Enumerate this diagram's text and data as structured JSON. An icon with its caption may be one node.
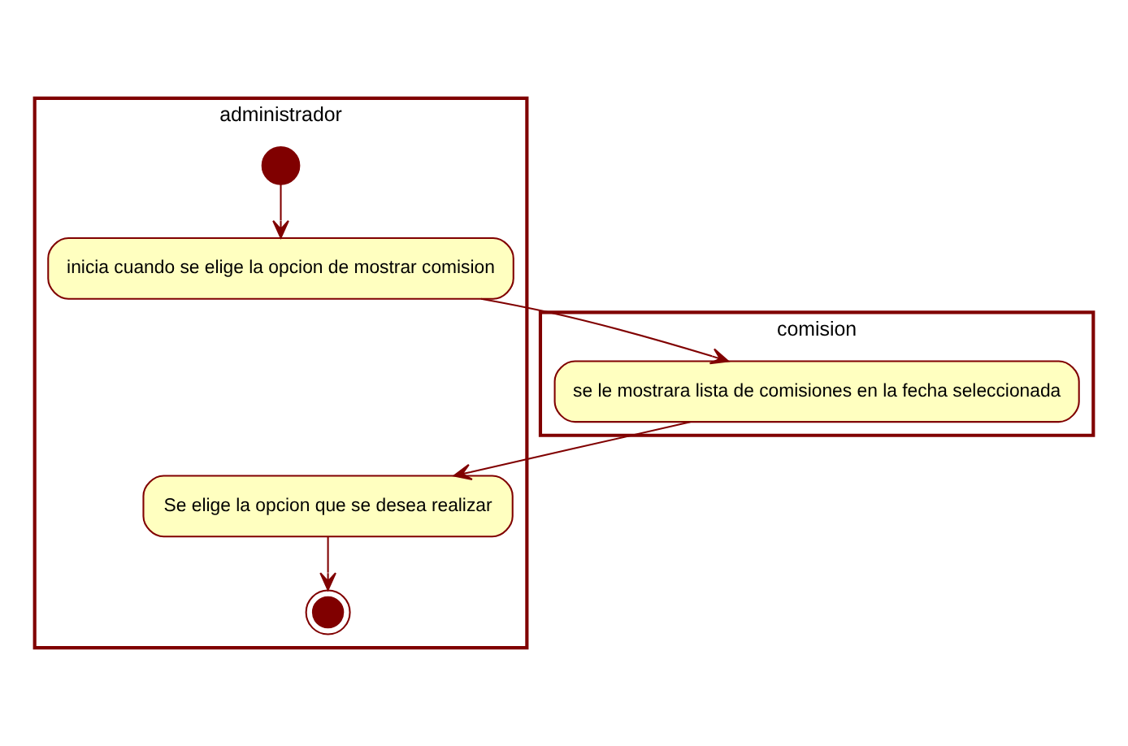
{
  "diagram": {
    "nodes": [
      {
        "text": [
          "administrador"
        ]
      },
      {
        "text": [
          "comision"
        ]
      },
      {
        "text": [],
        "shape": "circle",
        "in": 0
      },
      {
        "text": [
          "inicia cuando se elige la opcion de mostrar comision"
        ],
        "in": 0
      },
      {
        "text": [
          "se le mostrara lista de comisiones en la fecha seleccionada"
        ],
        "in": 1
      },
      {
        "text": [
          "Se elige la opcion que se desea realizar"
        ],
        "in": 0
      },
      {
        "text": [],
        "shape": "bullseye",
        "in": 0
      }
    ],
    "edges": [
      {
        "from": 2,
        "to": 3,
        "arrow": "to"
      },
      {
        "from": 3,
        "to": 4,
        "arrow": "to"
      },
      {
        "from": 4,
        "to": 5,
        "arrow": "to"
      },
      {
        "from": 5,
        "to": 6,
        "arrow": "to"
      }
    ]
  }
}
